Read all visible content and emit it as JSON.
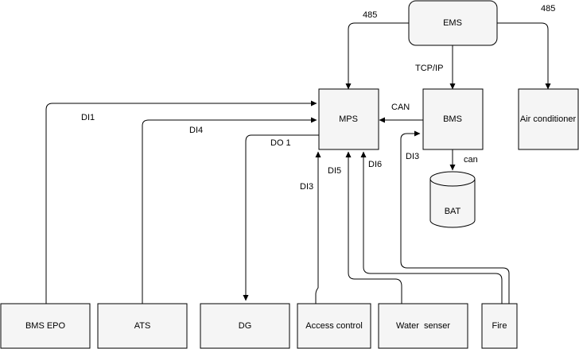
{
  "nodes": {
    "ems": "EMS",
    "mps": "MPS",
    "bms": "BMS",
    "air_conditioner": "Air conditioner",
    "bat": "BAT",
    "bms_epo": "BMS EPO",
    "ats": "ATS",
    "dg": "DG",
    "access_control": "Access control",
    "water_sensor": "Water  senser",
    "fire": "Fire"
  },
  "edge_labels": {
    "ems_mps": "485",
    "ems_air": "485",
    "ems_bms": "TCP/IP",
    "bms_mps": "CAN",
    "bms_bat": "can",
    "epo_mps": "DI1",
    "ats_mps": "DI4",
    "mps_dg": "DO 1",
    "access_mps": "DI3",
    "water_mps": "DI5",
    "fire_mps": "DI6",
    "fire_bms": "DI3"
  }
}
